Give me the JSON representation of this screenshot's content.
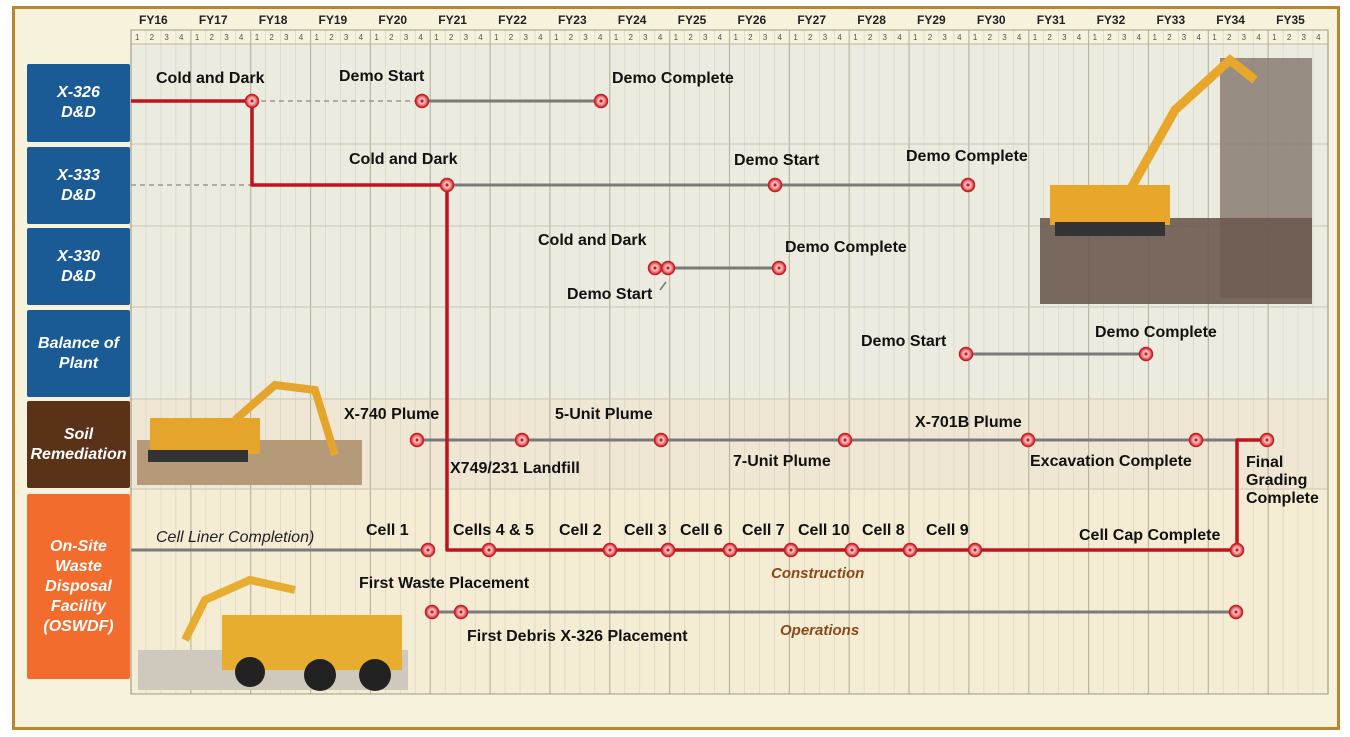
{
  "fiscal_years": [
    "FY16",
    "FY17",
    "FY18",
    "FY19",
    "FY20",
    "FY21",
    "FY22",
    "FY23",
    "FY24",
    "FY25",
    "FY26",
    "FY27",
    "FY28",
    "FY29",
    "FY30",
    "FY31",
    "FY32",
    "FY33",
    "FY34",
    "FY35"
  ],
  "quarters": "1 2 3 4",
  "rows": [
    {
      "label_1": "X-326",
      "label_2": "D&D",
      "color": "#1a5b96"
    },
    {
      "label_1": "X-333",
      "label_2": "D&D",
      "color": "#1a5b96"
    },
    {
      "label_1": "X-330",
      "label_2": "D&D",
      "color": "#1a5b96"
    },
    {
      "label_1": "Balance of",
      "label_2": "Plant",
      "color": "#1a5b96"
    },
    {
      "label_1": "Soil",
      "label_2": "Remediation",
      "color": "#5a3218"
    },
    {
      "label_1": "On-Site",
      "label_2": "Waste",
      "label_3": "Disposal",
      "label_4": "Facility",
      "label_5": "(OSWDF)",
      "color": "#f26d2d"
    }
  ],
  "milestones": {
    "x326_cold": "Cold and Dark",
    "x326_start": "Demo Start",
    "x326_complete": "Demo Complete",
    "x333_cold": "Cold and Dark",
    "x333_start": "Demo Start",
    "x333_complete": "Demo Complete",
    "x330_cold": "Cold and Dark",
    "x330_start": "Demo Start",
    "x330_complete": "Demo Complete",
    "bop_start": "Demo Start",
    "bop_complete": "Demo Complete",
    "x740": "X-740 Plume",
    "unit5": "5-Unit Plume",
    "x701b": "X-701B Plume",
    "x749": "X749/231 Landfill",
    "unit7": "7-Unit Plume",
    "excavation": "Excavation Complete",
    "final_1": "Final",
    "final_2": "Grading",
    "final_3": "Complete",
    "cell_liner": "Cell Liner Completion)",
    "cell1": "Cell 1",
    "cells45": "Cells 4 & 5",
    "cell2": "Cell 2",
    "cell3": "Cell 3",
    "cell6": "Cell 6",
    "cell7": "Cell 7",
    "cell10": "Cell 10",
    "cell8": "Cell 8",
    "cell9": "Cell 9",
    "cap": "Cell Cap Complete",
    "construction": "Construction",
    "first_waste": "First Waste Placement",
    "first_debris": "First Debris X-326 Placement",
    "operations": "Operations"
  },
  "colors": {
    "critical_path": "#c0141c",
    "track": "#7a7a7a",
    "node": "#e8464a",
    "frame": "#b8862f"
  }
}
